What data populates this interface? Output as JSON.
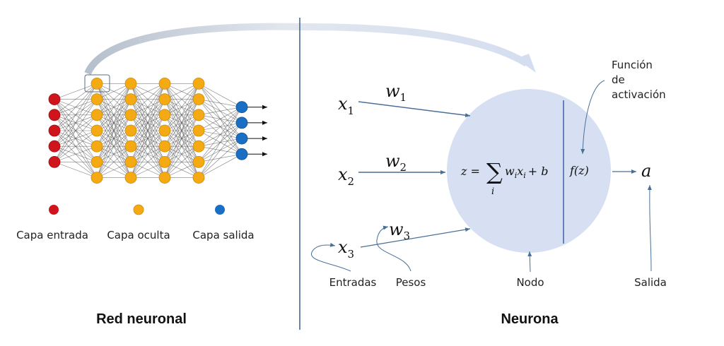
{
  "left_panel": {
    "title": "Red neuronal",
    "network": {
      "input_nodes": 5,
      "hidden_layers": 4,
      "hidden_nodes_per_layer": 7,
      "output_nodes": 4
    },
    "legend": [
      {
        "label": "Capa entrada",
        "color": "#d0141c"
      },
      {
        "label": "Capa oculta",
        "color": "#f5a912"
      },
      {
        "label": "Capa salida",
        "color": "#1a6fc4"
      }
    ]
  },
  "right_panel": {
    "title": "Neurona",
    "inputs": [
      {
        "x": "x",
        "x_sub": "1",
        "w": "w",
        "w_sub": "1"
      },
      {
        "x": "x",
        "x_sub": "2",
        "w": "w",
        "w_sub": "2"
      },
      {
        "x": "x",
        "x_sub": "3",
        "w": "w",
        "w_sub": "3"
      }
    ],
    "formula": {
      "lhs": "z =",
      "sum_symbol": "∑",
      "sum_index": "i",
      "term_w": "w",
      "term_w_sub": "i",
      "term_x": "x",
      "term_x_sub": "i",
      "plus_b": "+ b"
    },
    "activation": "f(z)",
    "output": "a",
    "annotations": {
      "activation_line1": "Función",
      "activation_line2": "de",
      "activation_line3": "activación",
      "inputs": "Entradas",
      "weights": "Pesos",
      "node": "Nodo",
      "output": "Salida"
    }
  },
  "colors": {
    "input": "#d0141c",
    "hidden": "#f5a912",
    "output": "#1a6fc4",
    "neuron_fill": "#d6e0f2",
    "arrow": "#4a6f96",
    "divider": "#3d5f8c"
  }
}
